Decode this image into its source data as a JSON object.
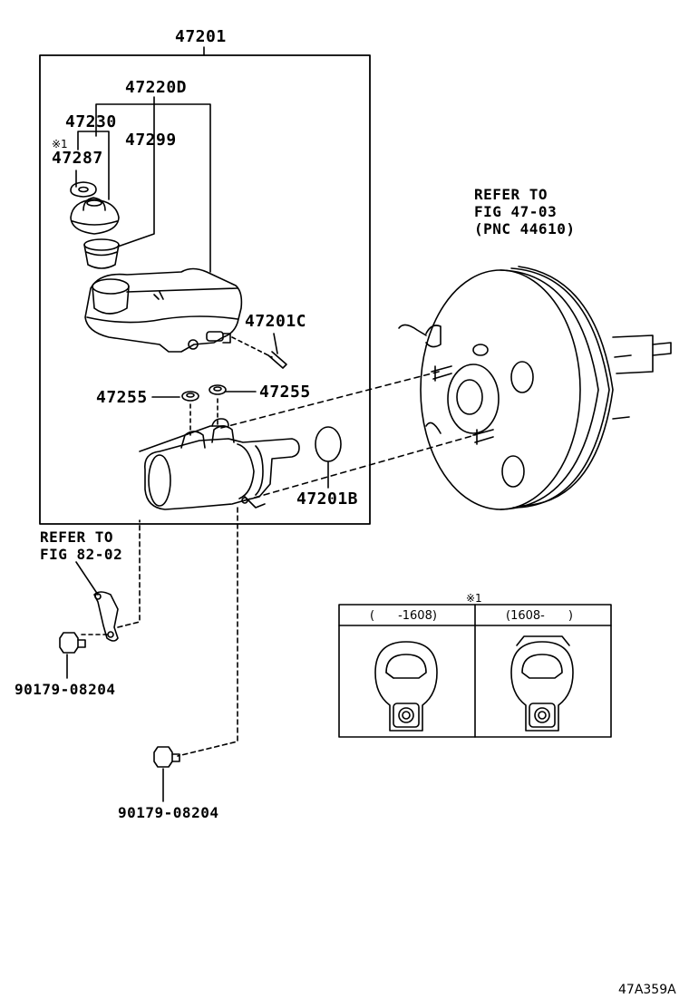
{
  "parts": {
    "main_assembly": "47201",
    "reservoir_sub": "47220D",
    "cap": "47230",
    "strainer": "47299",
    "note_mark_1": "※1",
    "gasket_plate": "47287",
    "connector_c": "47201C",
    "grommet_left": "47255",
    "grommet_right": "47255",
    "o_ring_b": "47201B",
    "bolt_1": "90179-08204",
    "bolt_2": "90179-08204"
  },
  "refs": {
    "booster_line1": "REFER TO",
    "booster_line2": "FIG 47-03",
    "booster_line3": "(PNC 44610)",
    "bracket_line1": "REFER TO",
    "bracket_line2": "FIG 82-02"
  },
  "inset": {
    "mark": "※1",
    "col_left": "(　　-1608)",
    "col_right": "(1608-　　)"
  },
  "figure_code": "47A359A"
}
